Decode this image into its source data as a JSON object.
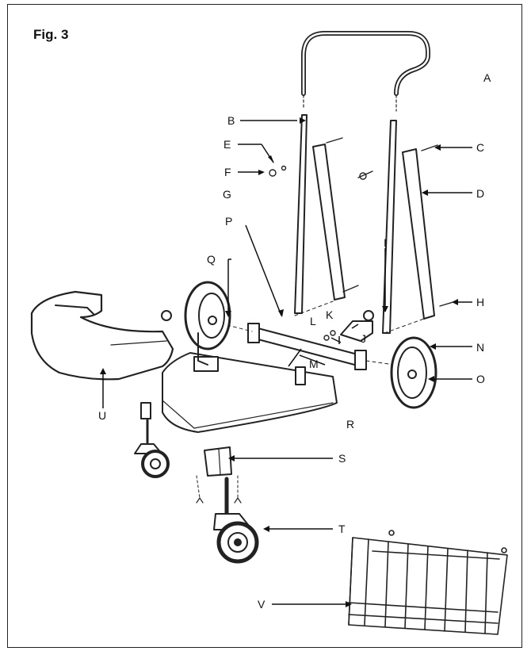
{
  "figure": {
    "title": "Fig. 3"
  },
  "part_labels": {
    "A": "A",
    "B": "B",
    "C": "C",
    "D": "D",
    "E": "E",
    "F": "F",
    "G": "G",
    "H": "H",
    "I": "I",
    "J": "J",
    "K": "K",
    "L": "L",
    "M": "M",
    "N": "N",
    "O": "O",
    "P": "P",
    "Q": "Q",
    "R": "R",
    "S": "S",
    "T": "T",
    "U": "U",
    "V": "V"
  },
  "colors": {
    "line": "#222222",
    "label": "#111111",
    "background": "#ffffff"
  }
}
